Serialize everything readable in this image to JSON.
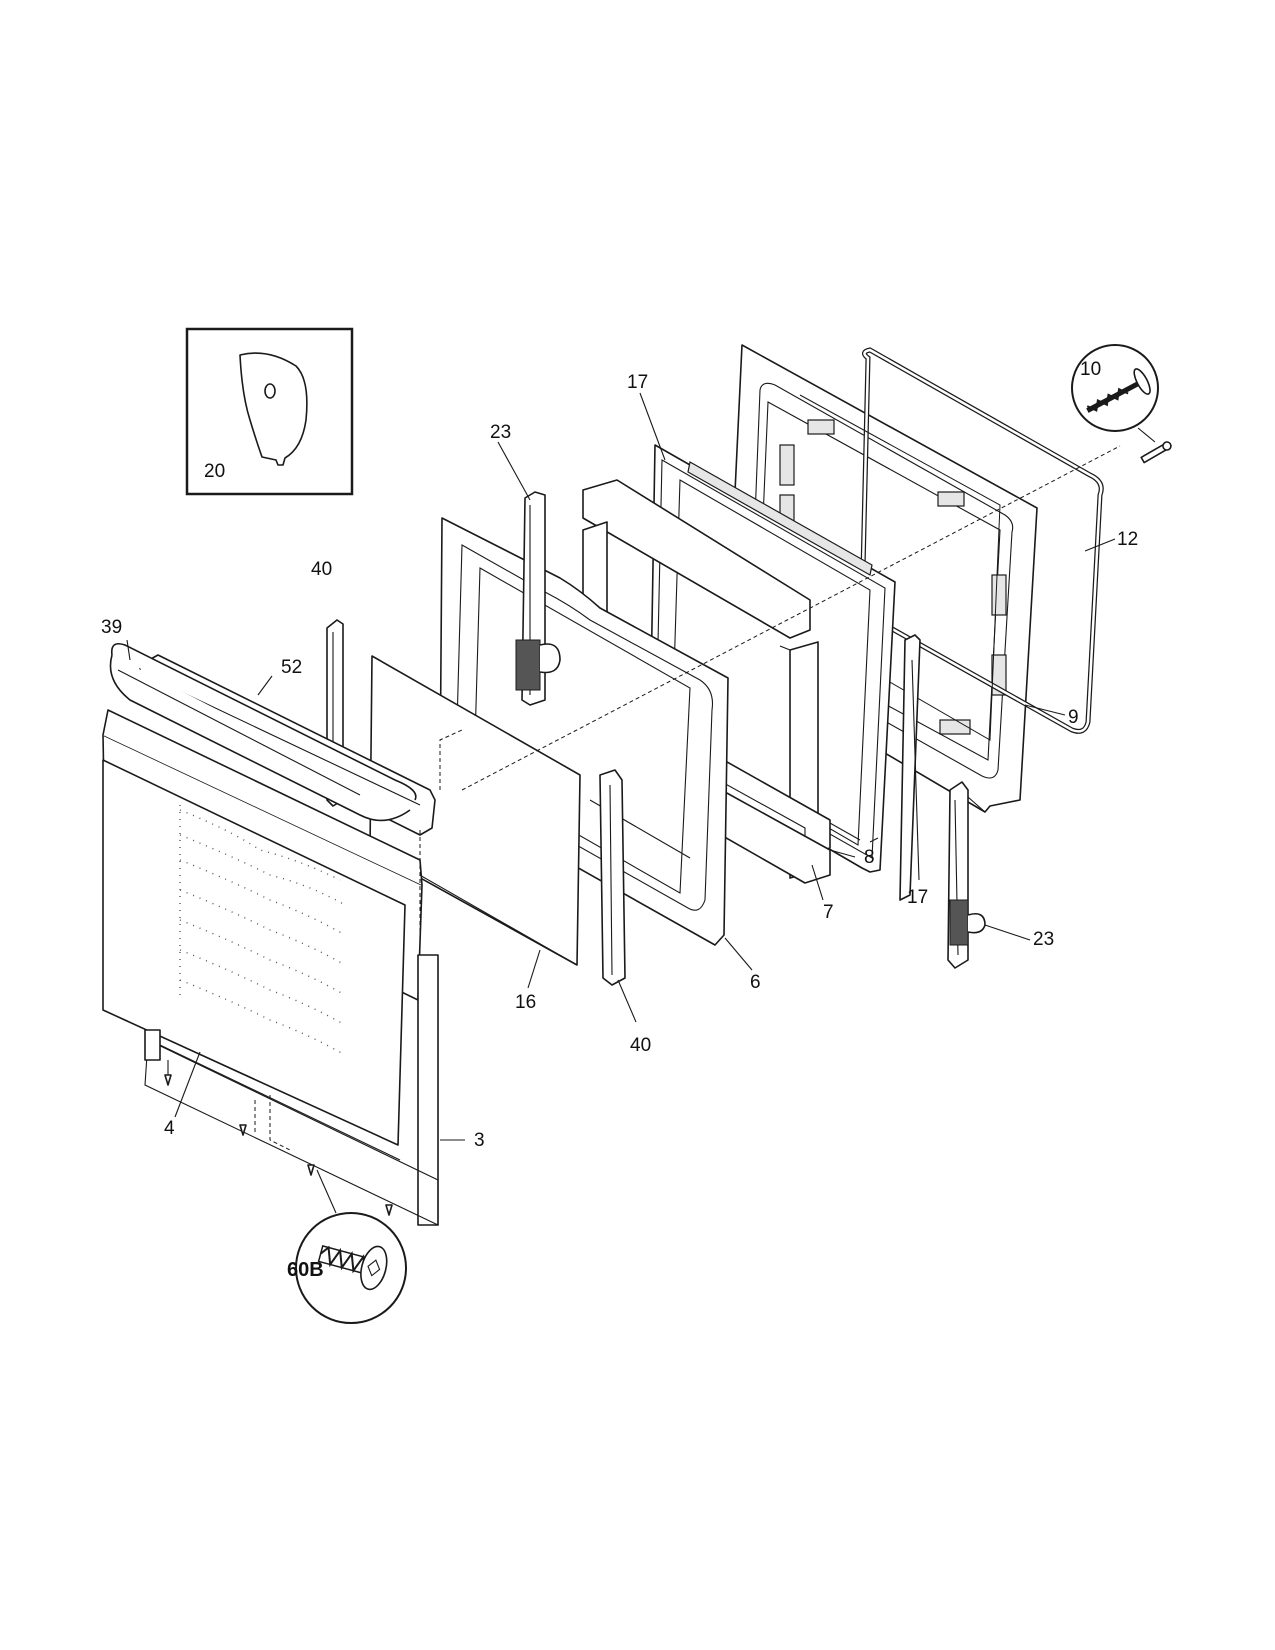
{
  "callouts": {
    "c3": "3",
    "c4": "4",
    "c6": "6",
    "c7": "7",
    "c8": "8",
    "c9": "9",
    "c10": "10",
    "c12": "12",
    "c16": "16",
    "c17a": "17",
    "c17b": "17",
    "c20": "20",
    "c23a": "23",
    "c23b": "23",
    "c39": "39",
    "c40a": "40",
    "c40b": "40",
    "c52": "52",
    "c60b": "60B"
  }
}
